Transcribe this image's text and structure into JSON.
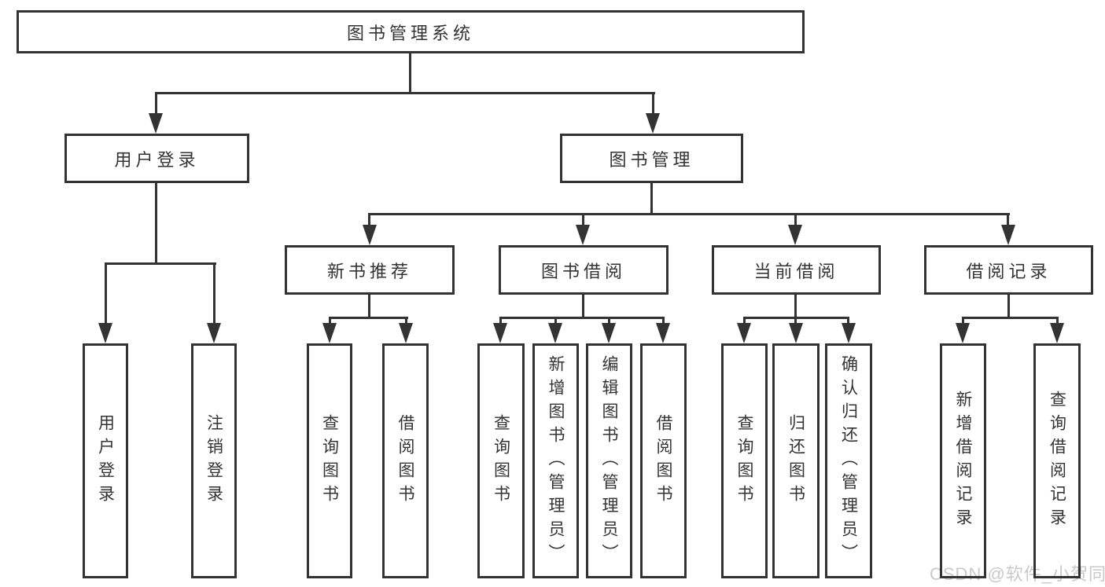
{
  "tree": {
    "root": "图书管理系统",
    "login": {
      "label": "用户登录",
      "children": [
        "用户登录",
        "注销登录"
      ]
    },
    "manage": {
      "label": "图书管理",
      "groups": [
        {
          "label": "新书推荐",
          "children": [
            "查询图书",
            "借阅图书"
          ]
        },
        {
          "label": "图书借阅",
          "children": [
            "查询图书",
            "新增图书（管理员）",
            "编辑图书（管理员）",
            "借阅图书"
          ]
        },
        {
          "label": "当前借阅",
          "children": [
            "查询图书",
            "归还图书",
            "确认归还（管理员）"
          ]
        },
        {
          "label": "借阅记录",
          "children": [
            "新增借阅记录",
            "查询借阅记录"
          ]
        }
      ]
    }
  },
  "watermark": "CSDN @软件_小贺同学",
  "colors": {
    "line": "#333333",
    "text": "#333333",
    "watermark": "#c9c9c9",
    "background": "#ffffff"
  }
}
